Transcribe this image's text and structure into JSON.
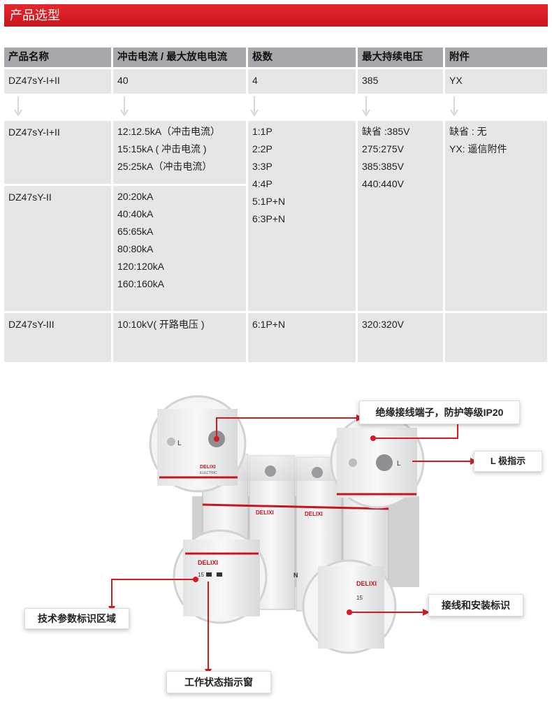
{
  "section_title": "产品选型",
  "table": {
    "headers": [
      "产品名称",
      "冲击电流 / 最大放电电流",
      "极数",
      "最大持续电压",
      "附件"
    ],
    "example_row": [
      "DZ47sY-I+II",
      "40",
      "4",
      "385",
      "YX"
    ],
    "groups": [
      {
        "name": "DZ47sY-I+II",
        "currents": [
          "12:12.5kA（冲击电流）",
          "15:15kA ( 冲击电流 )",
          "25:25kA（冲击电流）"
        ]
      },
      {
        "name": "DZ47sY-II",
        "currents": [
          "20:20kA",
          "40:40kA",
          "65:65kA",
          "80:80kA",
          "120:120kA",
          "160:160kA"
        ]
      },
      {
        "name": "DZ47sY-III",
        "currents": [
          "10:10kV( 开路电压 )"
        ],
        "poles": [
          "6:1P+N"
        ],
        "voltages": [
          "320:320V"
        ]
      }
    ],
    "poles": [
      "1:1P",
      "2:2P",
      "3:3P",
      "4:4P",
      "5:1P+N",
      "6:3P+N"
    ],
    "voltages": [
      "缺省 :385V",
      "275:275V",
      "385:385V",
      "440:440V"
    ],
    "accessories": [
      "缺省 : 无",
      "YX: 遥信附件"
    ]
  },
  "callouts": {
    "terminal": "绝缘接线端子，防护等级IP20",
    "l_pole": "L 极指示",
    "params": "技术参数标识区域",
    "wiring": "接线和安装标识",
    "status_window": "工作状态指示窗"
  },
  "product_labels": {
    "brand": "DELIXI",
    "sub": "ELECTRIC",
    "l_mark": "L",
    "n_mark": "N",
    "rating": "15"
  },
  "colors": {
    "accent": "#d71920",
    "header_gray": "#a7a8ab",
    "cell_gray": "#e5e6e7"
  }
}
